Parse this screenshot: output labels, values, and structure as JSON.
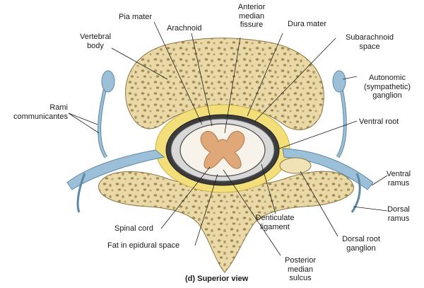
{
  "labels": {
    "pia_mater": "Pia mater",
    "arachnoid": "Arachnoid",
    "anterior_median_fissure": [
      "Anterior",
      "median",
      "fissure"
    ],
    "dura_mater": "Dura mater",
    "subarachnoid_space": [
      "Subarachnoid",
      "space"
    ],
    "vertebral_body": [
      "Vertebral",
      "body"
    ],
    "autonomic_ganglion": [
      "Autonomic",
      "(sympathetic)",
      "ganglion"
    ],
    "rami_communicantes": [
      "Rami",
      "communicantes"
    ],
    "ventral_root": "Ventral root",
    "ventral_ramus": [
      "Ventral",
      "ramus"
    ],
    "dorsal_ramus": [
      "Dorsal",
      "ramus"
    ],
    "spinal_cord": "Spinal cord",
    "denticulate_ligament": [
      "Denticulate",
      "ligament"
    ],
    "fat_in_epidural_space": "Fat in epidural space",
    "dorsal_root_ganglion": [
      "Dorsal root",
      "ganglion"
    ],
    "posterior_median_sulcus": [
      "Posterior",
      "median",
      "sulcus"
    ]
  },
  "caption": "(d) Superior view",
  "colors": {
    "bone": "#e9d9a6",
    "bone_pore": "#a58a55",
    "nerve": "#9cc0d8",
    "nerve_dark": "#5d88a6",
    "fat": "#f3df7a",
    "dura": "#3c3c3c",
    "cord_white": "#ece8e2",
    "grey_matter": "#e0a878"
  }
}
